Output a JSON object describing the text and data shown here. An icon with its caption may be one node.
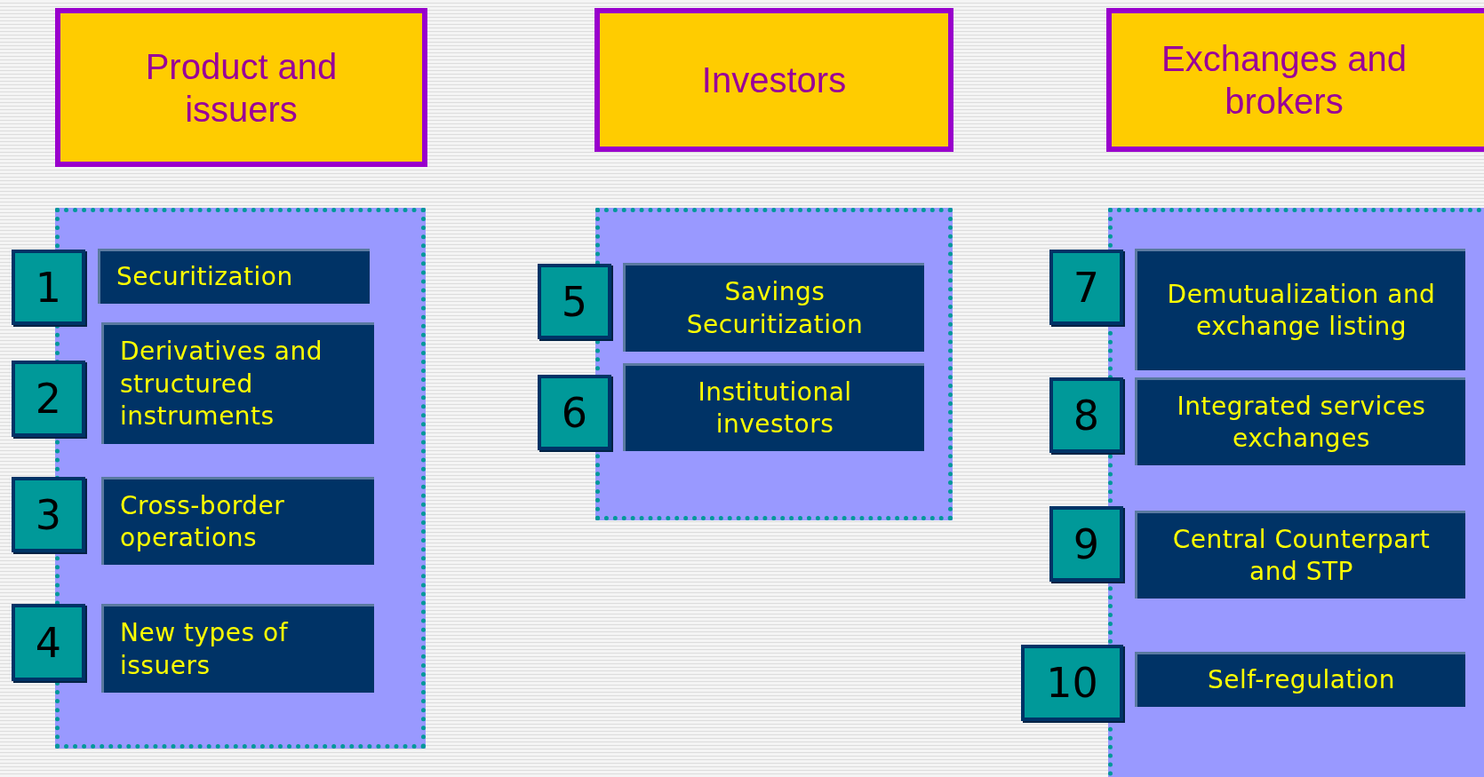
{
  "diagram": {
    "nodes": [
      {
        "text": [
          "Product and issuers"
        ]
      },
      {
        "text": [],
        "shape": "box"
      },
      {
        "text": [
          "1"
        ]
      },
      {
        "text": [
          "Securitization"
        ],
        "in": 1
      },
      {
        "text": [
          "2"
        ]
      },
      {
        "text": [
          "Derivatives and structured instruments"
        ],
        "in": 1
      },
      {
        "text": [
          "3"
        ]
      },
      {
        "text": [
          "Cross-border operations"
        ],
        "in": 1
      },
      {
        "text": [
          "4"
        ]
      },
      {
        "text": [
          "New types of issuers"
        ],
        "in": 1
      },
      {
        "text": [
          "Investors"
        ]
      },
      {
        "text": [],
        "shape": "box"
      },
      {
        "text": [
          "5"
        ]
      },
      {
        "text": [
          "Savings Securitization"
        ],
        "in": 11
      },
      {
        "text": [
          "6"
        ]
      },
      {
        "text": [
          "Institutional investors"
        ],
        "in": 11
      },
      {
        "text": [
          "Exchanges and brokers"
        ]
      },
      {
        "text": [],
        "shape": "box"
      },
      {
        "text": [
          "7"
        ]
      },
      {
        "text": [
          "Demutualization and exchange listing"
        ],
        "in": 17
      },
      {
        "text": [
          "8"
        ]
      },
      {
        "text": [
          "Integrated services exchanges"
        ],
        "in": 17
      },
      {
        "text": [
          "9"
        ]
      },
      {
        "text": [
          "Central Counterpart and STP"
        ],
        "in": 17
      },
      {
        "text": [
          "10"
        ]
      },
      {
        "text": [
          "Self-regulation"
        ],
        "in": 17
      }
    ]
  }
}
